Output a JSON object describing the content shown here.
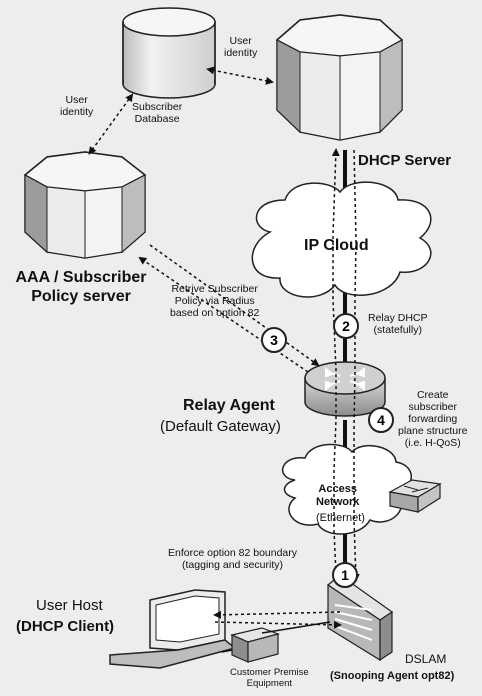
{
  "nodes": {
    "subscriber_db": "Subscriber\nDatabase",
    "dhcp_server": "DHCP Server",
    "aaa_server": "AAA / Subscriber\nPolicy server",
    "ip_cloud": "IP Cloud",
    "relay_agent": "Relay Agent",
    "relay_agent_sub": "(Default Gateway)",
    "access_network": "Access\nNetwork",
    "access_network_sub": "(Ethernet)",
    "user_host": "User Host",
    "user_host_sub": "(DHCP Client)",
    "cpe": "Customer Premise\nEquipment",
    "dslam": "DSLAM",
    "dslam_sub": "(Snooping Agent opt82)"
  },
  "edge_labels": {
    "user_identity_left": "User\nidentity",
    "user_identity_right": "User\nidentity",
    "retrieve_policy": "Retrive Subscriber\nPolicy via Radius\nbased on option 82",
    "relay_dhcp": "Relay DHCP\n(statefully)",
    "create_subscriber": "Create\nsubscriber\nforwarding\nplane structure\n(i.e. H-QoS)",
    "enforce_option": "Enforce option 82 boundary\n(tagging and security)"
  },
  "steps": [
    "1",
    "2",
    "3",
    "4"
  ]
}
